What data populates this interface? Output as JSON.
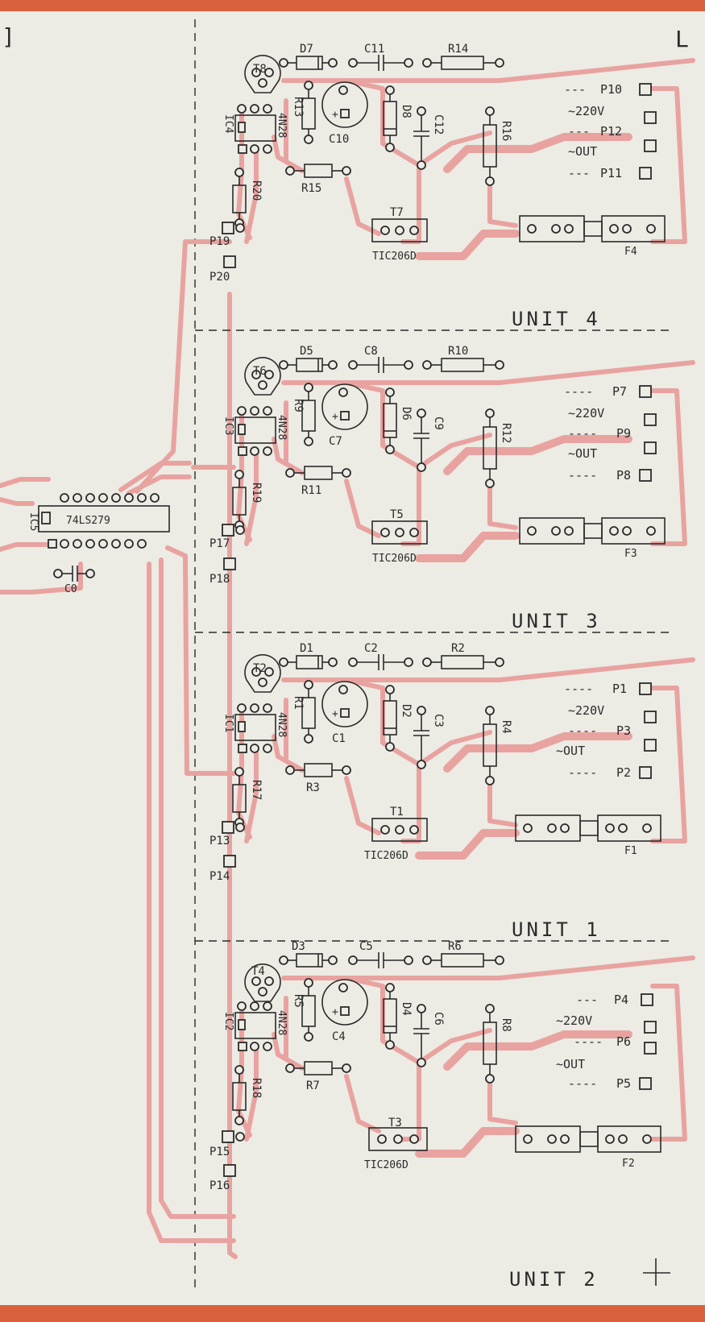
{
  "border_color": "#d9613d",
  "track_color": "#e8a3a0",
  "ink_color": "#2b2b2b",
  "corner_mark": "L",
  "left_bracket": "]",
  "shared": {
    "chip_ref": "IC5",
    "chip_part": "74LS279",
    "cap_ref": "C0"
  },
  "units": [
    {
      "title": "UNIT 4",
      "diode_a": "D7",
      "cap_a": "C11",
      "res_a": "R14",
      "transistor_a": "T8",
      "res_b": "R13",
      "cap_b": "C10",
      "diode_b": "D8",
      "cap_c": "C12",
      "res_c": "R16",
      "opto_ref": "IC4",
      "opto_part": "4N28",
      "res_d": "R15",
      "res_e": "R20",
      "triac_ref": "T7",
      "triac_part": "TIC206D",
      "fuse": "F4",
      "pin_out1": "P19",
      "pin_out2": "P20",
      "pin_top": "P10",
      "pin_mid": "P12",
      "pin_bot": "P11",
      "label_220": "~220V",
      "label_out": "~OUT"
    },
    {
      "title": "UNIT 3",
      "diode_a": "D5",
      "cap_a": "C8",
      "res_a": "R10",
      "transistor_a": "T6",
      "res_b": "R9",
      "cap_b": "C7",
      "diode_b": "D6",
      "cap_c": "C9",
      "res_c": "R12",
      "opto_ref": "IC3",
      "opto_part": "4N28",
      "res_d": "R11",
      "res_e": "R19",
      "triac_ref": "T5",
      "triac_part": "TIC206D",
      "fuse": "F3",
      "pin_out1": "P17",
      "pin_out2": "P18",
      "pin_top": "P7",
      "pin_mid": "P9",
      "pin_bot": "P8",
      "label_220": "~220V",
      "label_out": "~OUT"
    },
    {
      "title": "UNIT 1",
      "diode_a": "D1",
      "cap_a": "C2",
      "res_a": "R2",
      "transistor_a": "T2",
      "res_b": "R1",
      "cap_b": "C1",
      "diode_b": "D2",
      "cap_c": "C3",
      "res_c": "R4",
      "opto_ref": "IC1",
      "opto_part": "4N28",
      "res_d": "R3",
      "res_e": "R17",
      "triac_ref": "T1",
      "triac_part": "TIC206D",
      "fuse": "F1",
      "pin_out1": "P13",
      "pin_out2": "P14",
      "pin_top": "P1",
      "pin_mid": "P3",
      "pin_bot": "P2",
      "label_220": "~220V",
      "label_out": "~OUT"
    },
    {
      "title": "UNIT 2",
      "diode_a": "D3",
      "cap_a": "C5",
      "res_a": "R6",
      "transistor_a": "T4",
      "res_b": "R5",
      "cap_b": "C4",
      "diode_b": "D4",
      "cap_c": "C6",
      "res_c": "R8",
      "opto_ref": "IC2",
      "opto_part": "4N28",
      "res_d": "R7",
      "res_e": "R18",
      "triac_ref": "T3",
      "triac_part": "TIC206D",
      "fuse": "F2",
      "pin_out1": "P15",
      "pin_out2": "P16",
      "pin_top": "P4",
      "pin_mid": "P6",
      "pin_bot": "P5",
      "label_220": "~220V",
      "label_out": "~OUT"
    }
  ]
}
